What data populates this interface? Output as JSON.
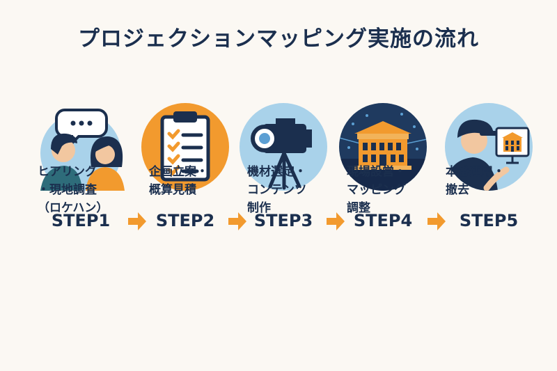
{
  "title": "プロジェクションマッピング実施の流れ",
  "colors": {
    "navy": "#1b2f4e",
    "orange": "#f29a2e",
    "lightblue": "#a9d2ea",
    "background": "#fbf8f3"
  },
  "steps": [
    {
      "label": "STEP1",
      "icon": "conversation-icon",
      "desc": "ヒアリング\n・現地調査\n（ロケハン）"
    },
    {
      "label": "STEP2",
      "icon": "clipboard-checklist-icon",
      "desc": "企画立案・\n概算見積"
    },
    {
      "label": "STEP3",
      "icon": "video-camera-icon",
      "desc": "機材選定・\nコンテンツ\n制作"
    },
    {
      "label": "STEP4",
      "icon": "building-projection-icon",
      "desc": "現場設営・\nマッピング\n調整"
    },
    {
      "label": "STEP5",
      "icon": "operator-icon",
      "desc": "本番運用・\n撤去"
    }
  ]
}
